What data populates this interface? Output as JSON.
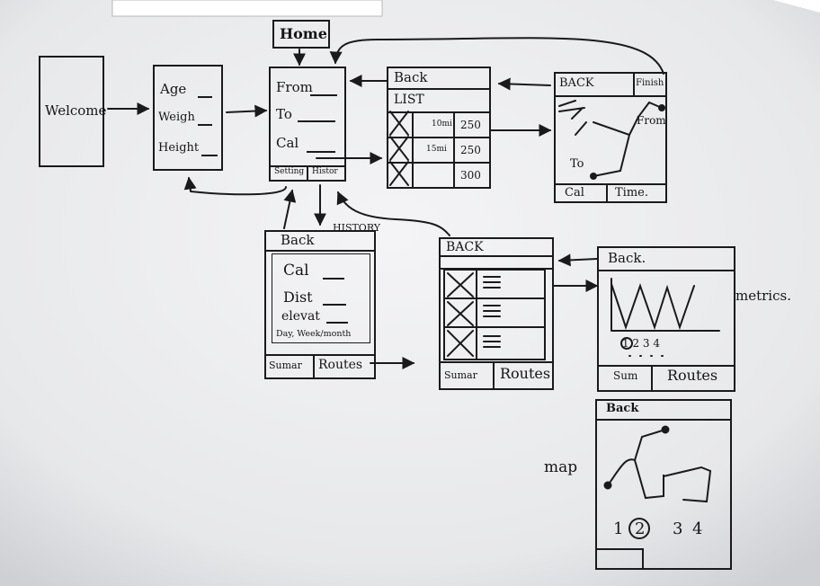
{
  "welcome": {
    "label": "Welcome"
  },
  "profile": {
    "age": "Age",
    "weight": "Weigh",
    "height": "Height"
  },
  "home": {
    "label": "Home",
    "from": "From",
    "to": "To",
    "cal": "Cal",
    "tab_settings": "Setting",
    "tab_history": "Histor"
  },
  "list": {
    "back": "Back",
    "title": "LIST",
    "rows": [
      {
        "dist": "10mi",
        "cal": "250"
      },
      {
        "dist": "15mi",
        "cal": "250"
      },
      {
        "dist": "",
        "cal": "300"
      }
    ]
  },
  "route": {
    "back": "BACK",
    "finish": "Finish",
    "from": "From",
    "to": "To",
    "tab_cal": "Cal",
    "tab_time": "Time."
  },
  "history": {
    "title": "HISTORY",
    "back": "Back",
    "cal": "Cal",
    "dist": "Dist",
    "elevation": "elevat",
    "periods": "Day, Week/month",
    "tab_summary": "Sumar",
    "tab_routes": "Routes"
  },
  "routes_list": {
    "back": "BACK",
    "tab_summary": "Sumar",
    "tab_routes": "Routes"
  },
  "metrics": {
    "back": "Back.",
    "pages": "1 2 3 4",
    "tab_summary": "Sum",
    "tab_routes": "Routes",
    "side_label": "metrics."
  },
  "map": {
    "back": "Back",
    "pages": [
      "1",
      "2",
      "3",
      "4"
    ],
    "side_label": "map"
  }
}
